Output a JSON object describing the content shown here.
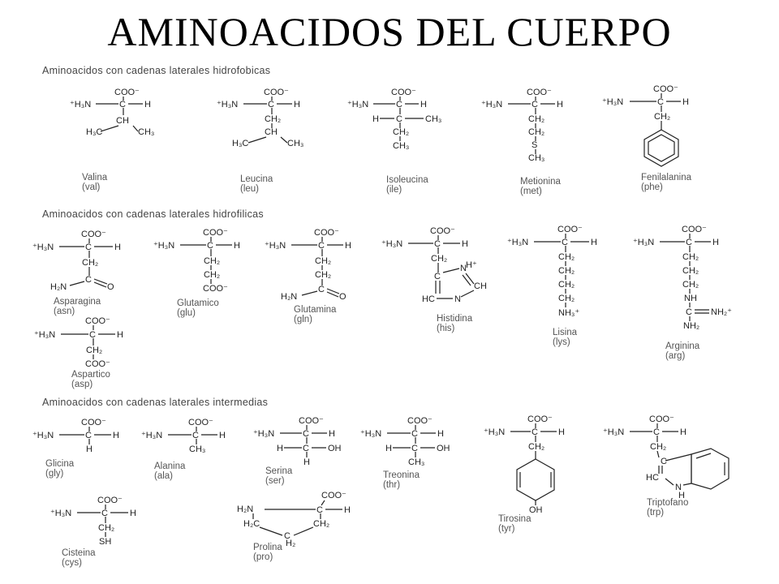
{
  "title": "AMINOACIDOS DEL CUERPO",
  "sections": {
    "hydrophobic": "Aminoacidos con cadenas laterales hidrofobicas",
    "hydrophilic": "Aminoacidos con cadenas laterales hidrofilicas",
    "intermediate": "Aminoacidos con cadenas laterales intermedias"
  },
  "amino_acids": {
    "valina": {
      "name": "Valina",
      "abbr": "(val)"
    },
    "leucina": {
      "name": "Leucina",
      "abbr": "(leu)"
    },
    "isoleucina": {
      "name": "Isoleucina",
      "abbr": "(ile)"
    },
    "metionina": {
      "name": "Metionina",
      "abbr": "(met)"
    },
    "fenilalanina": {
      "name": "Fenilalanina",
      "abbr": "(phe)"
    },
    "asparagina": {
      "name": "Asparagina",
      "abbr": "(asn)"
    },
    "aspartico": {
      "name": "Aspartico",
      "abbr": "(asp)"
    },
    "glutamico": {
      "name": "Glutamico",
      "abbr": "(glu)"
    },
    "glutamina": {
      "name": "Glutamina",
      "abbr": "(gln)"
    },
    "histidina": {
      "name": "Histidina",
      "abbr": "(his)"
    },
    "lisina": {
      "name": "Lisina",
      "abbr": "(lys)"
    },
    "arginina": {
      "name": "Arginina",
      "abbr": "(arg)"
    },
    "glicina": {
      "name": "Glicina",
      "abbr": "(gly)"
    },
    "alanina": {
      "name": "Alanina",
      "abbr": "(ala)"
    },
    "serina": {
      "name": "Serina",
      "abbr": "(ser)"
    },
    "treonina": {
      "name": "Treonina",
      "abbr": "(thr)"
    },
    "tirosina": {
      "name": "Tirosina",
      "abbr": "(tyr)"
    },
    "triptofano": {
      "name": "Triptofano",
      "abbr": "(trp)"
    },
    "cisteina": {
      "name": "Cisteina",
      "abbr": "(cys)"
    },
    "prolina": {
      "name": "Prolina",
      "abbr": "(pro)"
    }
  },
  "formula": {
    "coo": "COO⁻",
    "h3n": "⁺H₃N",
    "c": "C",
    "h": "H",
    "ch": "CH",
    "ch2": "CH₂",
    "ch3": "CH₃",
    "h3c": "H₃C",
    "s": "S",
    "oh": "OH",
    "sh": "SH",
    "o": "O",
    "n": "N",
    "nh": "NH",
    "h2n": "H₂N",
    "nh3p": "NH₃⁺",
    "nh2": "NH₂",
    "nh2p": "NH₂⁺",
    "hc": "HC",
    "hp": "H⁺",
    "h2c": "H₂C",
    "h2": "H₂"
  }
}
